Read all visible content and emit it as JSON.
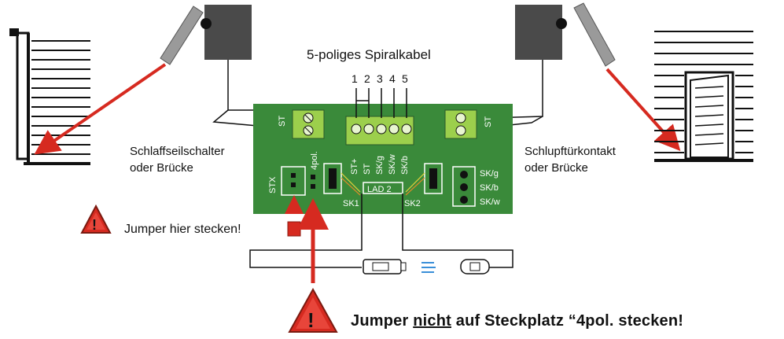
{
  "labels": {
    "cable_title": "5-poliges Spiralkabel",
    "left_switch_line1": "Schlaffseilschalter",
    "left_switch_line2": "oder Brücke",
    "right_switch_line1": "Schlupftürkontakt",
    "right_switch_line2": "oder Brücke",
    "jumper_here": "Jumper hier stecken!",
    "jumper_not_pre": "Jumper ",
    "jumper_not_emph": "nicht",
    "jumper_not_post": " auf Steckplatz “4pol. stecken!"
  },
  "pins": [
    "1",
    "2",
    "3",
    "4",
    "5"
  ],
  "board": {
    "name": "LAD 2",
    "left_terminal": "ST",
    "right_terminal": "ST",
    "stx": "STX",
    "fourpol": "4pol.",
    "connector_labels": [
      "ST+",
      "ST",
      "SK/g",
      "SK/w",
      "SK/b"
    ],
    "sk1": "SK1",
    "sk2": "SK2",
    "right_block": [
      "SK/g",
      "SK/b",
      "SK/w"
    ]
  },
  "colors": {
    "board": "#3a8a3a",
    "terminal": "#9ccf4c",
    "arrow": "#d62a20",
    "gray": "#4a4a4a"
  }
}
